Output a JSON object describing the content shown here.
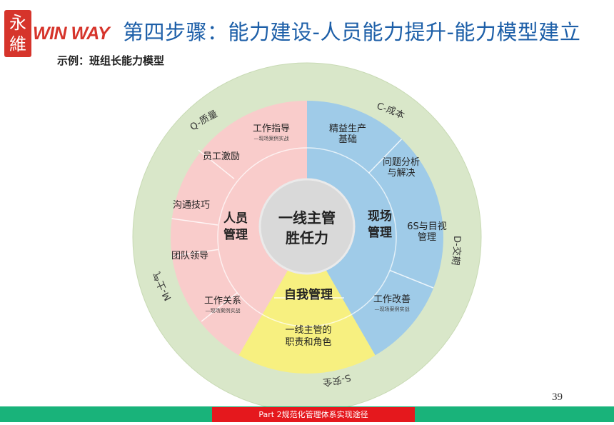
{
  "logo": {
    "seal_char_1": "永",
    "seal_char_2": "維",
    "brand": "WIN WAY"
  },
  "title": "第四步骤：能力建设-人员能力提升-能力模型建立",
  "subtitle": "示例：班组长能力模型",
  "colors": {
    "title": "#1d5fa8",
    "brand_red": "#d6342b",
    "outer_ring": "#d9e7c9",
    "people": "#f9cccb",
    "site": "#9fcbe8",
    "self": "#f7f080",
    "core": "#d9d9d9",
    "footer_green": "#19b37a",
    "footer_red": "#e5181d"
  },
  "diagram": {
    "center": {
      "line1": "一线主管",
      "line2": "胜任力"
    },
    "ring_labels": {
      "q": "Q-质量",
      "c": "C-成本",
      "d": "D-交期",
      "s": "S-安全",
      "m": "M-士气"
    },
    "people": {
      "label_line1": "人员",
      "label_line2": "管理",
      "items": [
        {
          "line1": "工作指导",
          "note": "—现场案例实战"
        },
        {
          "line1": "员工激励"
        },
        {
          "line1": "沟通技巧"
        },
        {
          "line1": "团队领导"
        },
        {
          "line1": "工作关系",
          "note": "—现场案例实战"
        }
      ]
    },
    "site": {
      "label_line1": "现场",
      "label_line2": "管理",
      "items": [
        {
          "line1": "精益生产",
          "line2": "基础"
        },
        {
          "line1": "问题分析",
          "line2": "与解决"
        },
        {
          "line1": "6S与目视",
          "line2": "管理"
        },
        {
          "line1": "工作改善",
          "note": "—现场案例实战"
        }
      ]
    },
    "self": {
      "label": "自我管理",
      "item_line1": "一线主管的",
      "item_line2": "职责和角色"
    }
  },
  "page_number": "39",
  "footer": {
    "text": "Part 2规范化管理体系实现途径"
  }
}
